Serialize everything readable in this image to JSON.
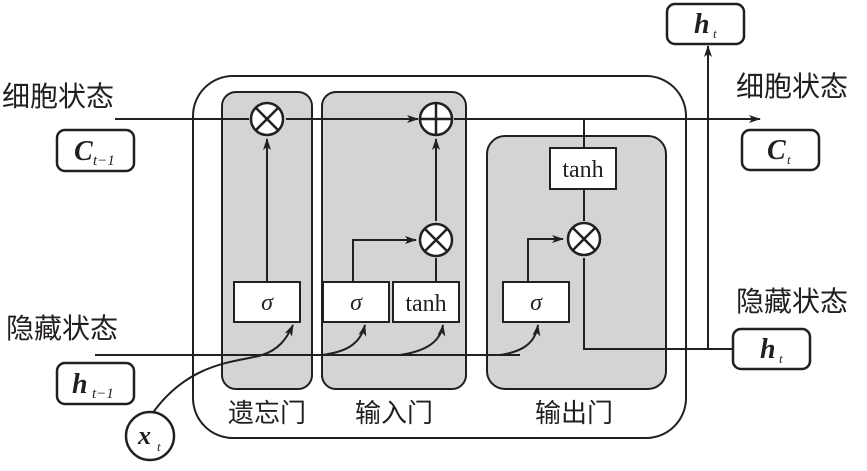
{
  "diagram": {
    "title": "LSTM cell",
    "colors": {
      "line": "#231f20",
      "gate_fill": "#d4d4d4",
      "background": "#ffffff"
    },
    "labels": {
      "cell_state_in": "细胞状态",
      "cell_state_out": "细胞状态",
      "hidden_state_in": "隐藏状态",
      "hidden_state_out": "隐藏状态"
    },
    "nodes": {
      "c_prev": {
        "main": "C",
        "sub": "t−1"
      },
      "h_prev": {
        "main": "h",
        "sub": "t−1"
      },
      "x_t": {
        "main": "x",
        "sub": "t"
      },
      "c_next": {
        "main": "C",
        "sub": "t"
      },
      "h_next_top": {
        "main": "h",
        "sub": "t"
      },
      "h_next_right": {
        "main": "h",
        "sub": "t"
      }
    },
    "gates": {
      "forget": {
        "label": "遗忘门",
        "sigma": "σ"
      },
      "input": {
        "label": "输入门",
        "sigma": "σ",
        "tanh": "tanh"
      },
      "output": {
        "label": "输出门",
        "sigma": "σ",
        "tanh": "tanh"
      }
    },
    "operators": {
      "multiply": "⊗",
      "add": "⊕"
    }
  }
}
